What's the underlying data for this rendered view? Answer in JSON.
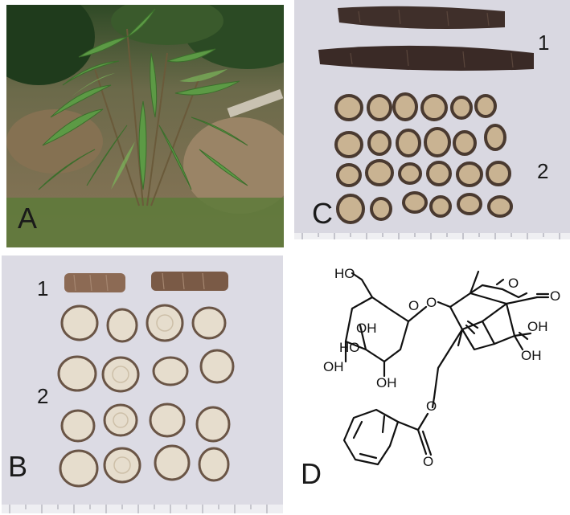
{
  "figure": {
    "panels": [
      {
        "letter": "A",
        "subject": "plant"
      },
      {
        "letter": "B",
        "labels": [
          "1",
          "2"
        ]
      },
      {
        "letter": "C",
        "labels": [
          "1",
          "2"
        ]
      },
      {
        "letter": "D"
      }
    ],
    "structure": {
      "atoms": {
        "oh": "OH",
        "ho": "HO",
        "o": "O"
      }
    }
  },
  "colors": {
    "bg_board": "#d9d8e1",
    "board_B": "#dcdbe4",
    "slice_light": "#e6ddcd",
    "slice_rim": "#5e4a3e",
    "root_dark": "#3f2f2a",
    "leaf_green": "#4f8a3c",
    "soil": "#8a7558"
  }
}
